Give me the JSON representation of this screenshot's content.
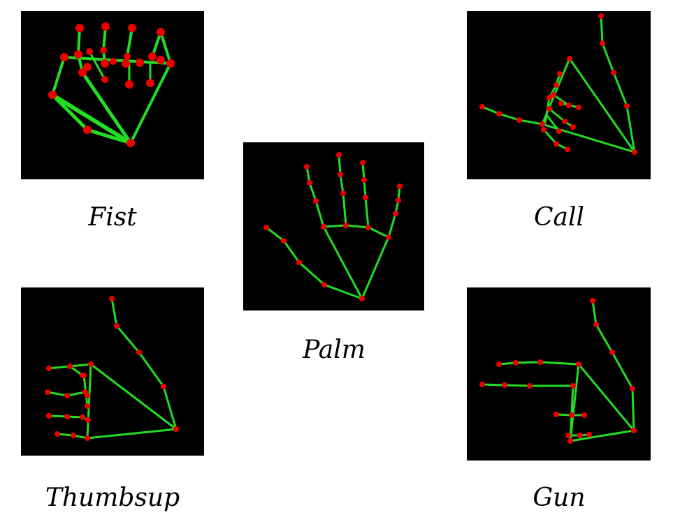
{
  "colors": {
    "bone": "#22dd22",
    "joint": "#ee0000",
    "panel": "#000000"
  },
  "gestures": [
    {
      "key": "fist",
      "label": "Fist"
    },
    {
      "key": "palm",
      "label": "Palm"
    },
    {
      "key": "call",
      "label": "Call"
    },
    {
      "key": "thumb",
      "label": "Thumbsup"
    },
    {
      "key": "gun",
      "label": "Gun"
    }
  ]
}
